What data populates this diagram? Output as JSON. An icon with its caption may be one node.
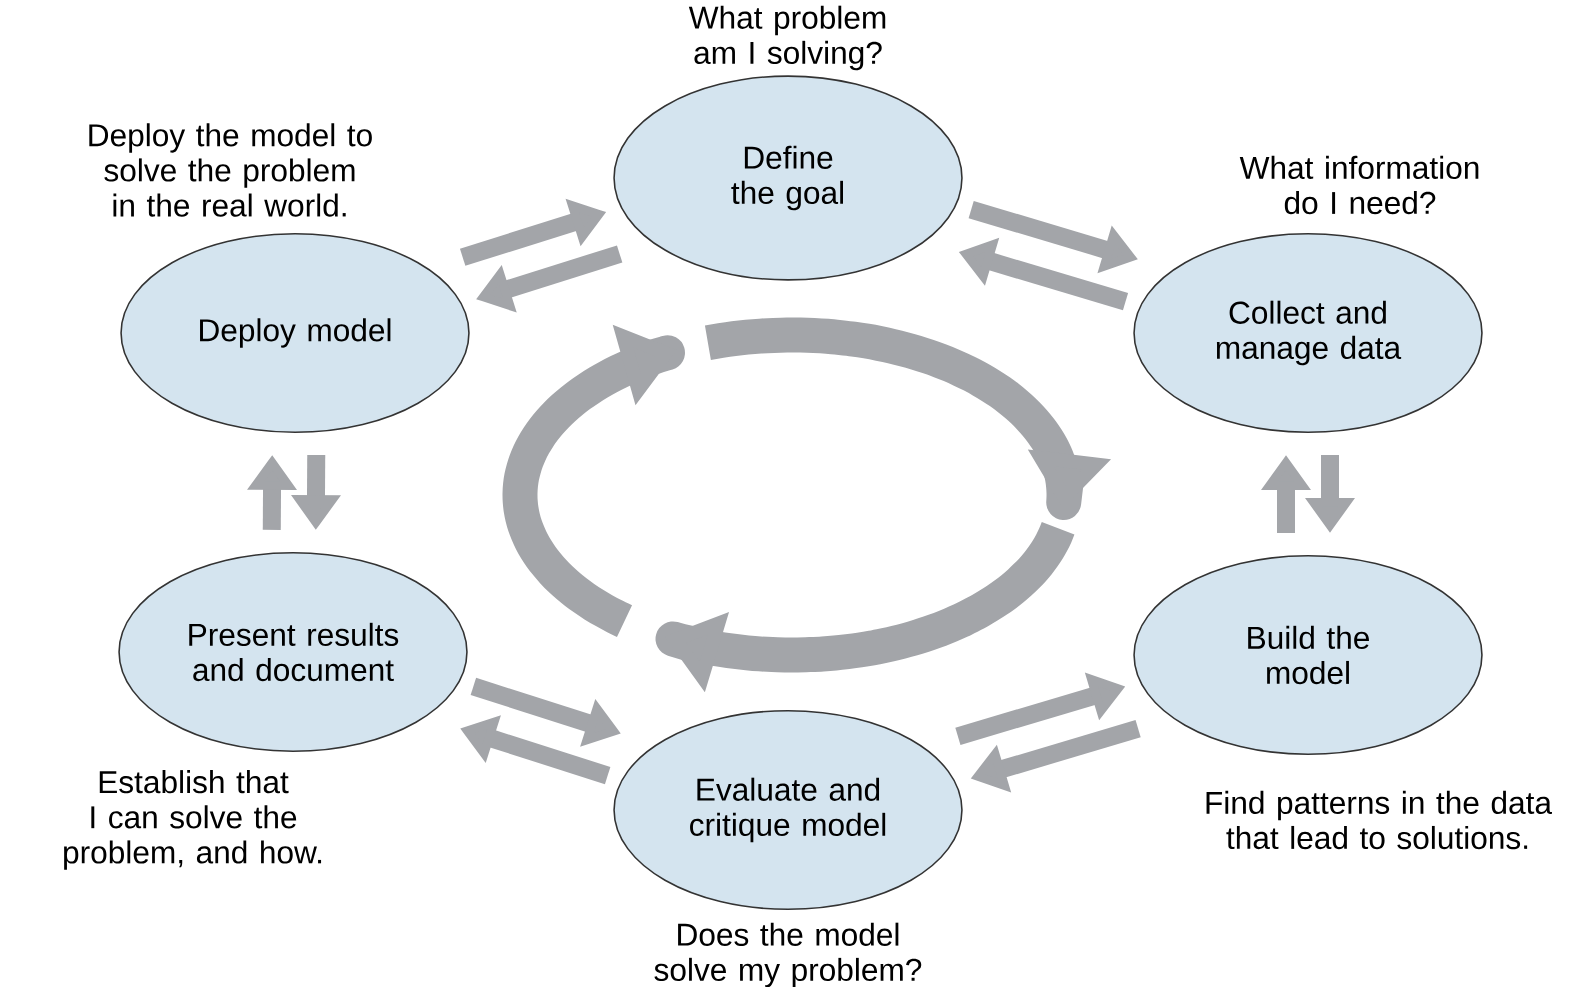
{
  "diagram": {
    "nodes": [
      {
        "text": [
          "Define the goal"
        ],
        "beside": [
          "What problem am I solving?"
        ]
      },
      {
        "text": [
          "Collect and manage data"
        ],
        "beside": [
          "What information do I need?"
        ]
      },
      {
        "text": [
          "Build the model"
        ],
        "beside": [
          "Find patterns in the data that lead to solutions."
        ]
      },
      {
        "text": [
          "Evaluate and critique model"
        ],
        "beside": [
          "Does the model solve my problem?"
        ]
      },
      {
        "text": [
          "Present results and document"
        ],
        "beside": [
          "Establish that I can solve the problem, and how."
        ]
      },
      {
        "text": [
          "Deploy model"
        ],
        "beside": [
          "Deploy the model to solve the problem in the real world."
        ]
      }
    ],
    "edges": [
      {
        "from": 0,
        "to": 1,
        "arrow": "to"
      },
      {
        "from": 1,
        "to": 0,
        "arrow": "to"
      },
      {
        "from": 1,
        "to": 2,
        "arrow": "to"
      },
      {
        "from": 2,
        "to": 1,
        "arrow": "to"
      },
      {
        "from": 2,
        "to": 3,
        "arrow": "to"
      },
      {
        "from": 3,
        "to": 2,
        "arrow": "to"
      },
      {
        "from": 3,
        "to": 4,
        "arrow": "to"
      },
      {
        "from": 4,
        "to": 3,
        "arrow": "to"
      },
      {
        "from": 4,
        "to": 5,
        "arrow": "to"
      },
      {
        "from": 5,
        "to": 4,
        "arrow": "to"
      },
      {
        "from": 5,
        "to": 0,
        "arrow": "to"
      },
      {
        "from": 0,
        "to": 5,
        "arrow": "to"
      }
    ]
  }
}
